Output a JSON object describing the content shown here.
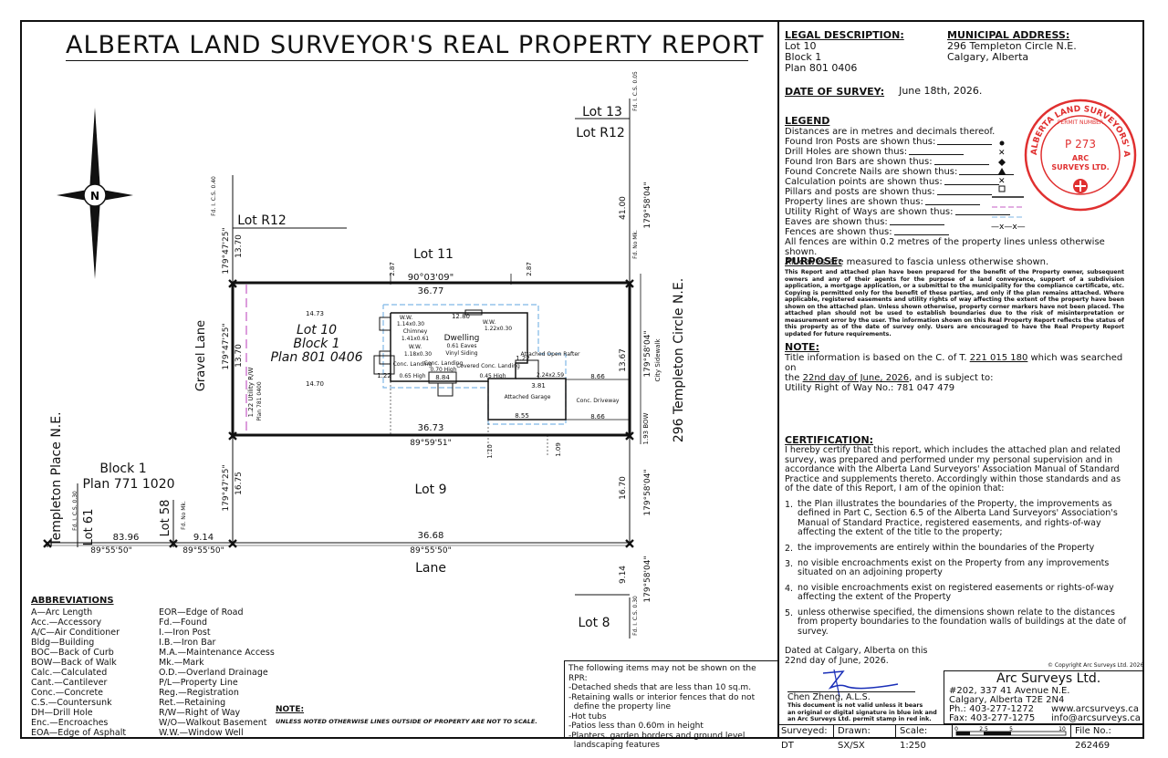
{
  "title": "ALBERTA LAND SURVEYOR'S REAL PROPERTY REPORT",
  "legal": {
    "heading": "LEGAL DESCRIPTION:",
    "lines": [
      "Lot 10",
      "Block 1",
      "Plan 801 0406"
    ]
  },
  "municipal": {
    "heading": "MUNICIPAL ADDRESS:",
    "lines": [
      "296 Templeton Circle N.E.",
      "Calgary, Alberta"
    ]
  },
  "survey_date": {
    "label": "DATE OF SURVEY:",
    "value": "June 18th, 2026."
  },
  "legend": {
    "heading": "LEGEND",
    "intro": "Distances are in metres and decimals thereof.",
    "rows": [
      "Found Iron Posts are shown thus:",
      "Drill Holes are shown thus:",
      "Found Iron Bars are shown thus:",
      "Found Concrete Nails are shown thus:",
      "Calculation points are shown thus:",
      "Pillars and posts are shown thus:",
      "Property lines are shown thus:",
      "Utility Right of Ways are shown thus:",
      "Eaves are shown thus:",
      "Fences are shown thus:"
    ],
    "note1": "All fences are within 0.2 metres of the property lines unless otherwise shown.",
    "note2": "All eaves are measured to fascia unless otherwise shown.",
    "fence_symbol": "—x—x—"
  },
  "stamp": {
    "outer": "ALBERTA LAND SURVEYORS' ASSOCIATION",
    "permit": "PERMIT NUMBER",
    "number": "P 273",
    "company1": "ARC",
    "company2": "SURVEYS LTD.",
    "color": "#e03030"
  },
  "purpose": {
    "heading": "PURPOSE:",
    "text": "This Report and attached plan have been prepared for the benefit of the Property owner, subsequent owners and any of their agents for the purpose of a land conveyance, support of a subdivision application, a mortgage application, or a submittal to the municipality for the compliance certificate, etc. Copying is permitted only for the benefit of these parties, and only if the plan remains attached. Where applicable, registered easements and utility rights of way affecting the extent of the property have been shown on the attached plan. Unless shown otherwise, property corner markers have not been placed. The attached plan should not be used to establish boundaries due to the risk of misinterpretation or measurement error by the user. The information shown on this Real Property Report reflects the status of this property as of the date of survey only. Users are encouraged to have the Real Property Report updated for future requirements."
  },
  "note": {
    "heading": "NOTE:",
    "line1_pre": "Title information is based on the C. of T. ",
    "line1_title": "221 015 180",
    "line1_post": " which was searched on",
    "line2_pre": "the ",
    "line2_date": "22nd day of June, 2026",
    "line2_post": ", and is subject to:",
    "line3": "Utility Right of Way No.: 781 047 479"
  },
  "certification": {
    "heading": "CERTIFICATION:",
    "intro": "I hereby certify that this report, which includes the attached plan and related survey, was prepared and performed under my personal supervision and in accordance with the Alberta Land Surveyors' Association Manual of Standard Practice and supplements thereto. Accordingly within those standards and as of the date of this Report, I am of the opinion that:",
    "items": [
      {
        "n": "1.",
        "text": "the Plan illustrates the boundaries of the Property, the improvements as defined in Part C, Section 6.5 of the Alberta Land Surveyors' Association's Manual of Standard Practice, registered easements, and rights-of-way affecting the extent of the title to the property;"
      },
      {
        "n": "2.",
        "text": "the improvements are entirely within the boundaries of the Property"
      },
      {
        "n": "3.",
        "text": "no visible encroachments exist on the Property from any improvements situated on an adjoining property"
      },
      {
        "n": "4.",
        "text": "no visible encroachments exist on registered easements or rights-of-way affecting the extent of the Property"
      },
      {
        "n": "5.",
        "text": "unless otherwise specified, the dimensions shown relate to the distances from property boundaries to the foundation walls of buildings at the date of survey."
      }
    ],
    "dated1": "Dated at Calgary, Alberta on this",
    "dated2": "22nd day of June, 2026."
  },
  "signature": {
    "name": "Chen Zheng, A.L.S.",
    "note1": "This document is not valid unless it bears",
    "note2": "an original or digital signature in blue ink and",
    "note3": "an Arc Surveys Ltd. permit stamp in red ink.",
    "ink": "#1a2fb8"
  },
  "company": {
    "copyright": "© Copyright Arc Surveys Ltd. 2026",
    "name": "Arc Surveys Ltd.",
    "addr1": "#202, 337 41 Avenue N.E.",
    "addr2": "Calgary, Alberta T2E 2N4",
    "phone": "Ph.:  403-277-1272",
    "fax": "Fax:  403-277-1275",
    "web": "www.arcsurveys.ca",
    "email": "info@arcsurveys.ca"
  },
  "footer": {
    "surveyed": "Surveyed: DT",
    "drawn": "Drawn: SX/SX",
    "scale": "Scale: 1:250",
    "scale_ticks": [
      "0",
      "2.5",
      "5",
      "10"
    ],
    "file": "File No.: 262469"
  },
  "rpr_items": {
    "heading": "The following items may not be shown on the RPR:",
    "items": [
      "-Detached sheds that are less than 10 sq.m.",
      "-Retaining walls or interior fences that do not",
      "  define the property line",
      "-Hot tubs",
      "-Patios less than 0.60m in height",
      "-Planters, garden borders and ground level",
      "  landscaping features"
    ]
  },
  "abbreviations": {
    "heading": "ABBREVIATIONS",
    "col1": [
      "A—Arc Length",
      "Acc.—Accessory",
      "A/C—Air Conditioner",
      "Bldg—Building",
      "BOC—Back of Curb",
      "BOW—Back of Walk",
      "Calc.—Calculated",
      "Cant.—Cantilever",
      "Conc.—Concrete",
      "C.S.—Countersunk",
      "DH—Drill Hole",
      "Enc.—Encroaches",
      "EOA—Edge of Asphalt"
    ],
    "col2": [
      "EOR—Edge of Road",
      "Fd.—Found",
      "I.—Iron Post",
      "I.B.—Iron Bar",
      "M.A.—Maintenance Access",
      "Mk.—Mark",
      "O.D.—Overland Drainage",
      "P/L—Property Line",
      "Reg.—Registration",
      "Ret.—Retaining",
      "R/W—Right of Way",
      "W/O—Walkout Basement",
      "W.W.—Window Well"
    ],
    "note_heading": "NOTE:",
    "note_text": "UNLESS NOTED OTHERWISE LINES OUTSIDE OF PROPERTY ARE NOT TO SCALE."
  },
  "plan": {
    "north": "N",
    "lot13": "Lot 13",
    "lotR12_right": "Lot R12",
    "lotR12_left": "Lot R12",
    "lot11": "Lot 11",
    "lot10": "Lot 10",
    "block1": "Block 1",
    "plan": "Plan 801 0406",
    "lot9": "Lot 9",
    "lot8": "Lot 8",
    "lane": "Lane",
    "gravel_lane": "Gravel Lane",
    "templeton_circle": "296 Templeton Circle N.E.",
    "templeton_place": "Templeton Place N.E.",
    "block1_left": "Block 1",
    "plan_left": "Plan 771 1020",
    "lot61": "Lot 61",
    "lot58": "Lot 58",
    "city_sidewalk": "City Sidewalk",
    "dwelling": "Dwelling",
    "eaves": "0.61 Eaves",
    "vinyl": "Vinyl Siding",
    "attached_garage": "Attached Garage",
    "conc_driveway": "Conc. Driveway",
    "covered_landing": "Covered Conc. Landing",
    "covered_height": "0.45 High",
    "attached_rafter": "Attached Open Rafter",
    "rafter_dims": "2.24x2.59",
    "chimney": "Chimney",
    "chimney_dims": "1.41x0.61",
    "ww1": "W.W.",
    "ww1_dims": "1.14x0.30",
    "ww2": "W.W.",
    "ww2_dims": "1.18x0.30",
    "ww3": "W.W.",
    "ww3_dims": "1.22x0.30",
    "conc_landing1": "Conc. Landing",
    "conc_landing1_h": "0.65 High",
    "conc_landing2": "Conc. Landing",
    "conc_landing2_h": "0.70 High",
    "utility_rw": "1.22 Utility R/W",
    "utility_plan": "Plan 781 0400",
    "bearing_top": "90°03'09\"",
    "bearing_bottom": "89°59'51\"",
    "bearing_lane": "89°55'50\"",
    "bearing_lane_left": "89°55'50\"",
    "bearing_lane_left2": "89°55'50\"",
    "bearing_left": "179°47'25\"",
    "bearing_right": "179°58'04\"",
    "d_3677": "36.77",
    "d_3673": "36.73",
    "d_3668": "36.68",
    "d_8396": "83.96",
    "d_914": "9.14",
    "d_1370": "13.70",
    "d_1675": "16.75",
    "d_1367": "13.67",
    "d_1670": "16.70",
    "d_4100": "41.00",
    "d_1473": "14.73",
    "d_1470": "14.70",
    "d_1280": "12.80",
    "d_884": "8.84",
    "d_866": "8.66",
    "d_855": "8.55",
    "d_381": "3.81",
    "d_122": "1.22",
    "d_287": "2.87",
    "d_110": "1.10",
    "d_109": "1.09",
    "d_193": "1.93 BOW",
    "fd_cs_040": "Fd. I. C.S. 0.40",
    "fd_cs_005": "Fd. I. C.S. 0.05",
    "fd_no_mk": "Fd. No Mk.",
    "fd_cs_030": "Fd. I. C.S. 0.30"
  }
}
